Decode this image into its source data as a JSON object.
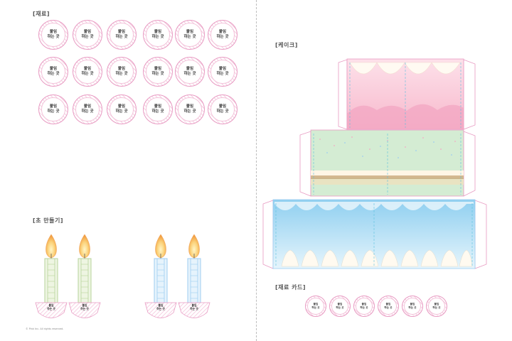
{
  "labels": {
    "ingredients": "[재료]",
    "candles": "[초 만들기]",
    "cake": "[케이크]",
    "ingredient_card": "[재료 카드]"
  },
  "sticker_text": "붙임\n하는 곳",
  "candle_sticker_text": "붙임\n하는 곳",
  "card_sticker_text": "붙임\n하는 곳",
  "copyright": "© Pink Inc. All rights reserved.",
  "colors": {
    "pink_border": "#e89ac2",
    "candle_green": "#b7d39b",
    "candle_blue": "#9dcdf0",
    "flame": "#f5b04a",
    "cake_pink": "#f9c6d6",
    "cake_green": "#d4ecd3",
    "cake_blue": "#bfe3f6",
    "fold_line": "#5bc0de"
  }
}
